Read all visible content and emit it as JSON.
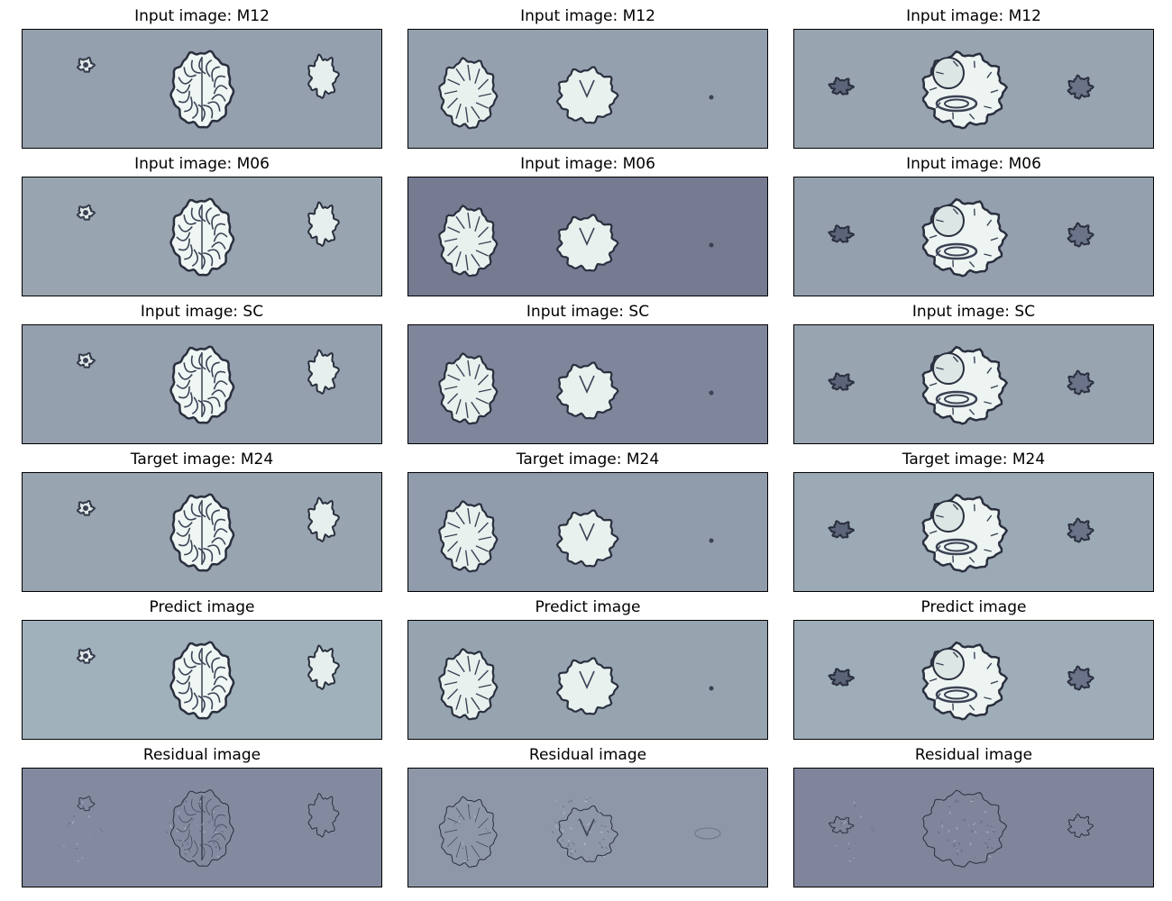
{
  "figure": {
    "rows": [
      {
        "titles": [
          "Input image: M12",
          "Input image: M12",
          "Input image: M12"
        ],
        "backgrounds": [
          "#94a0ae",
          "#94a0ae",
          "#98a4b0"
        ]
      },
      {
        "titles": [
          "Input image: M06",
          "Input image: M06",
          "Input image: M06"
        ],
        "backgrounds": [
          "#98a4b0",
          "#767b92",
          "#94a0ae"
        ]
      },
      {
        "titles": [
          "Input image: SC",
          "Input image: SC",
          "Input image: SC"
        ],
        "backgrounds": [
          "#94a0ae",
          "#7f859b",
          "#98a4b0"
        ]
      },
      {
        "titles": [
          "Target image: M24",
          "Target image: M24",
          "Target image: M24"
        ],
        "backgrounds": [
          "#98a4b0",
          "#909bab",
          "#9caab5"
        ]
      },
      {
        "titles": [
          "Predict image",
          "Predict image",
          "Predict image"
        ],
        "backgrounds": [
          "#a0b1bb",
          "#96a4b0",
          "#9fadb8"
        ]
      },
      {
        "titles": [
          "Residual image",
          "Residual image",
          "Residual image"
        ],
        "backgrounds": [
          "#838aa0",
          "#8e97a8",
          "#80859c"
        ]
      }
    ],
    "colormap_hint": "bone",
    "view_types": [
      "axial",
      "coronal",
      "sagittal"
    ]
  }
}
